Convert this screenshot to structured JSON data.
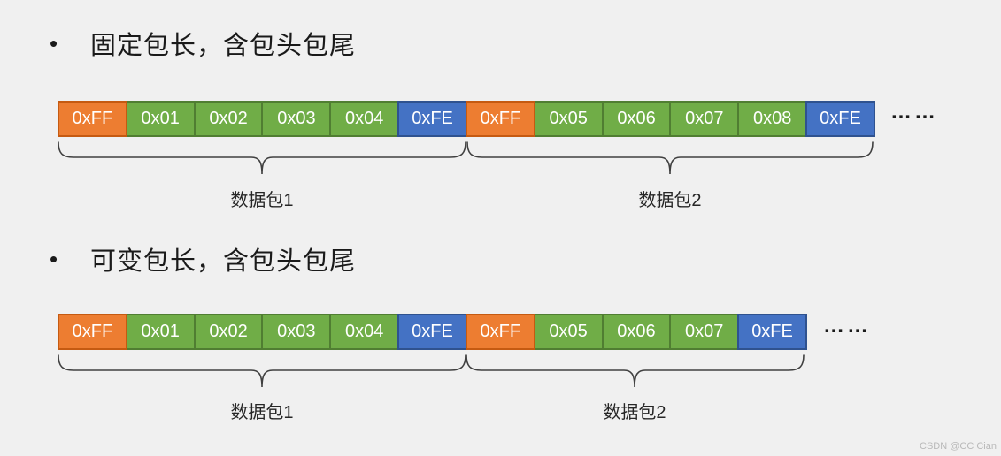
{
  "watermark": "CSDN @CC Cian",
  "colors": {
    "background": "#F0F0F0",
    "header_byte_fill": "#ED7D31",
    "header_byte_border": "#C55A11",
    "data_byte_fill": "#70AD47",
    "data_byte_border": "#507E32",
    "footer_byte_fill": "#4472C4",
    "footer_byte_border": "#2F528F",
    "cell_text": "#FFFFFF",
    "brace_stroke": "#404040"
  },
  "sections": [
    {
      "bullet": "•",
      "title": "固定包长，含包头包尾",
      "cells": [
        "0xFF",
        "0x01",
        "0x02",
        "0x03",
        "0x04",
        "0xFE",
        "0xFF",
        "0x05",
        "0x06",
        "0x07",
        "0x08",
        "0xFE"
      ],
      "cell_types": [
        "header",
        "data",
        "data",
        "data",
        "data",
        "footer",
        "header",
        "data",
        "data",
        "data",
        "data",
        "footer"
      ],
      "ellipsis": "……",
      "braces": [
        {
          "label": "数据包1"
        },
        {
          "label": "数据包2"
        }
      ]
    },
    {
      "bullet": "•",
      "title": "可变包长，含包头包尾",
      "cells": [
        "0xFF",
        "0x01",
        "0x02",
        "0x03",
        "0x04",
        "0xFE",
        "0xFF",
        "0x05",
        "0x06",
        "0x07",
        "0xFE"
      ],
      "cell_types": [
        "header",
        "data",
        "data",
        "data",
        "data",
        "footer",
        "header",
        "data",
        "data",
        "data",
        "footer"
      ],
      "ellipsis": "……",
      "braces": [
        {
          "label": "数据包1"
        },
        {
          "label": "数据包2"
        }
      ]
    }
  ]
}
